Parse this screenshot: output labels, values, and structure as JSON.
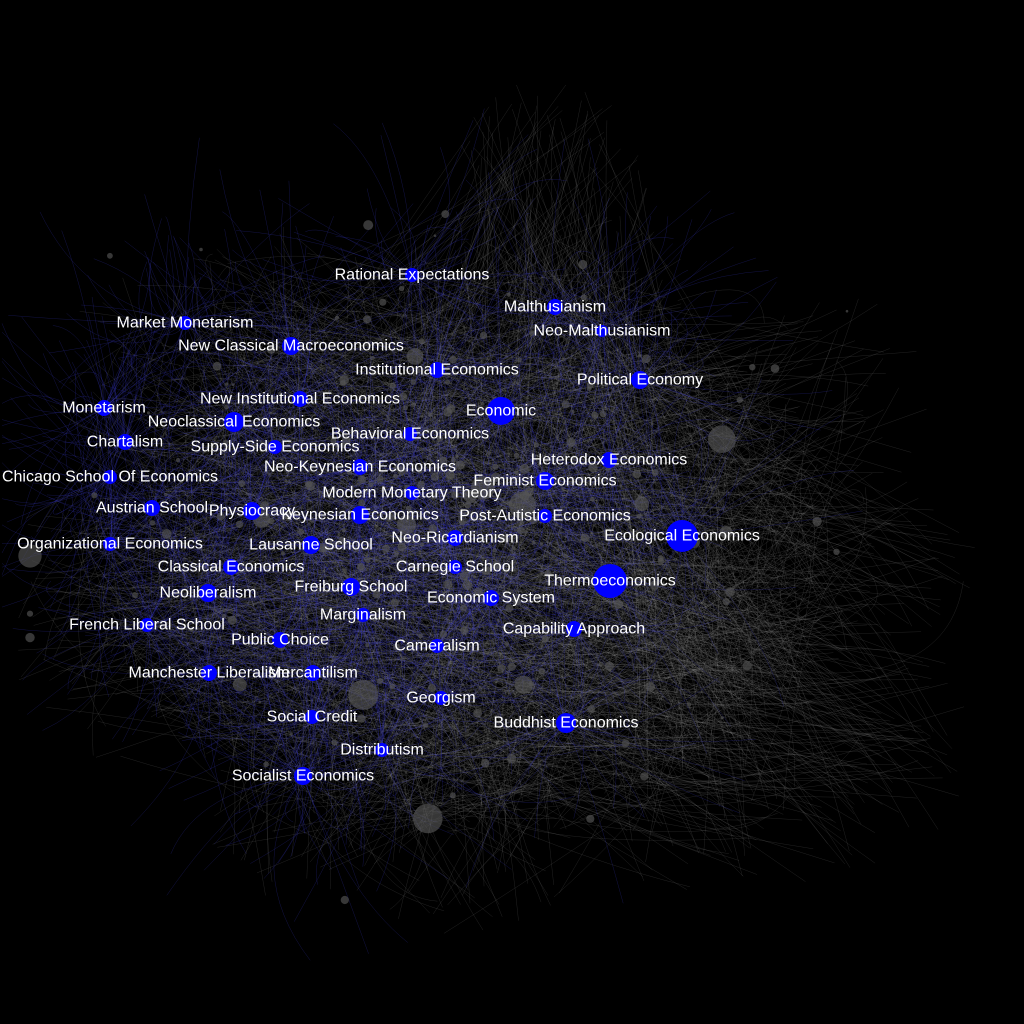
{
  "colors": {
    "background": "#000000",
    "highlight_node": "#0000ff",
    "highlight_edge": "#3b3bd9",
    "other_node": "#555555",
    "other_edge": "#8a8a8a",
    "label": "#ffffff"
  },
  "graph": {
    "labeled_nodes": [
      {
        "label": "Rational Expectations"
      },
      {
        "label": "Malthusianism"
      },
      {
        "label": "Market Monetarism"
      },
      {
        "label": "Neo-Malthusianism"
      },
      {
        "label": "New Classical Macroeconomics"
      },
      {
        "label": "Institutional Economics"
      },
      {
        "label": "Political Economy"
      },
      {
        "label": "New Institutional Economics"
      },
      {
        "label": "Monetarism"
      },
      {
        "label": "Economic"
      },
      {
        "label": "Neoclassical Economics"
      },
      {
        "label": "Behavioral Economics"
      },
      {
        "label": "Chartalism"
      },
      {
        "label": "Supply-Side Economics"
      },
      {
        "label": "Heterodox Economics"
      },
      {
        "label": "Neo-Keynesian Economics"
      },
      {
        "label": "Chicago School Of Economics"
      },
      {
        "label": "Feminist Economics"
      },
      {
        "label": "Modern Monetary Theory"
      },
      {
        "label": "Austrian School"
      },
      {
        "label": "Physiocracy"
      },
      {
        "label": "Keynesian Economics"
      },
      {
        "label": "Post-Autistic Economics"
      },
      {
        "label": "Ecological Economics"
      },
      {
        "label": "Organizational Economics"
      },
      {
        "label": "Neo-Ricardianism"
      },
      {
        "label": "Lausanne School"
      },
      {
        "label": "Classical Economics"
      },
      {
        "label": "Carnegie School"
      },
      {
        "label": "Thermoeconomics"
      },
      {
        "label": "Freiburg School"
      },
      {
        "label": "Neoliberalism"
      },
      {
        "label": "Economic System"
      },
      {
        "label": "Marginalism"
      },
      {
        "label": "French Liberal School"
      },
      {
        "label": "Capability Approach"
      },
      {
        "label": "Public Choice"
      },
      {
        "label": "Cameralism"
      },
      {
        "label": "Manchester Liberalism"
      },
      {
        "label": "Mercantilism"
      },
      {
        "label": "Georgism"
      },
      {
        "label": "Social Credit"
      },
      {
        "label": "Buddhist Economics"
      },
      {
        "label": "Distributism"
      },
      {
        "label": "Socialist Economics"
      }
    ]
  }
}
